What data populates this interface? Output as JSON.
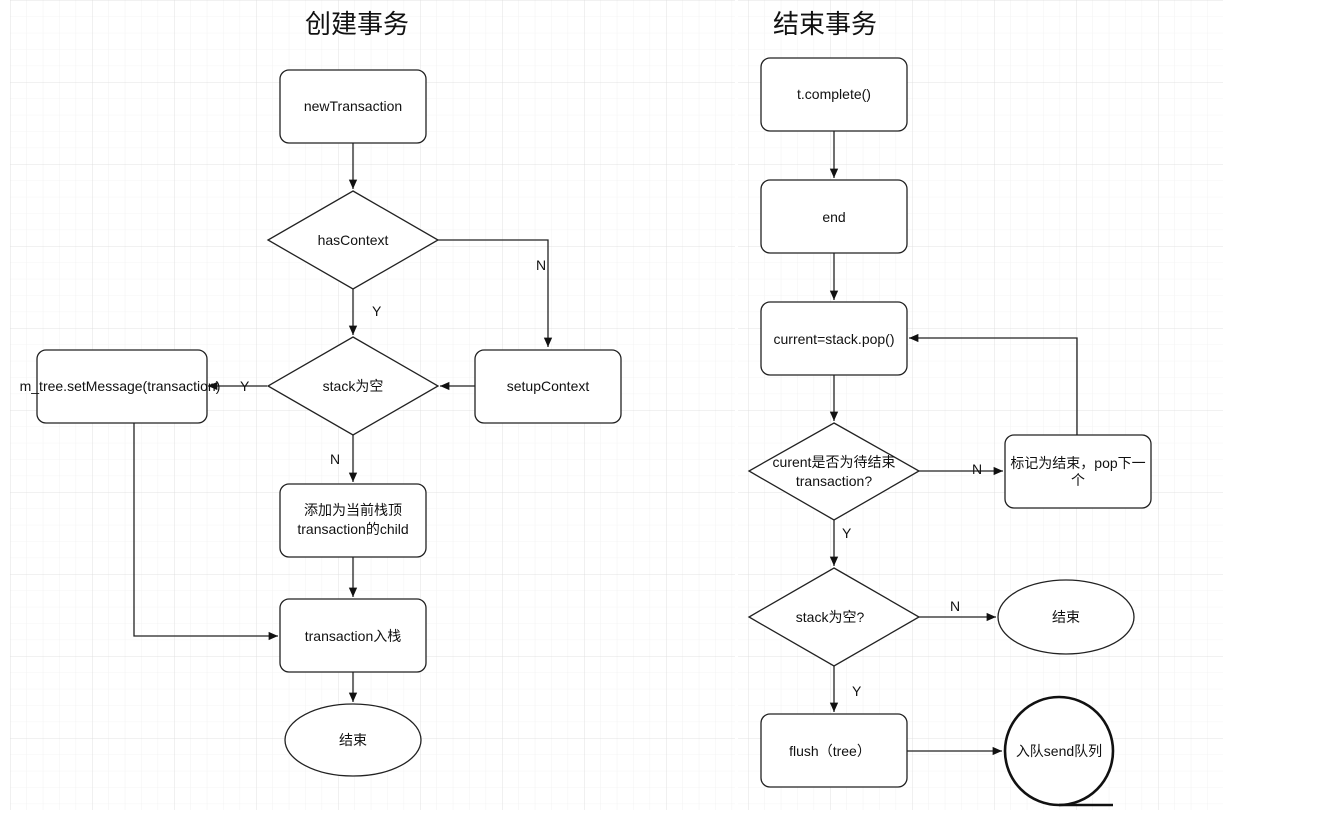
{
  "titles": {
    "left": "创建事务",
    "right": "结束事务"
  },
  "left_flow": {
    "newTransaction": "newTransaction",
    "hasContext": "hasContext",
    "setupContext": "setupContext",
    "stack_empty": "stack为空",
    "set_message": "m_tree.setMessage(transaction)",
    "add_child_line1": "添加为当前栈顶",
    "add_child_line2": "transaction的child",
    "push": "transaction入栈",
    "end": "结束",
    "label_N_context": "N",
    "label_Y_context": "Y",
    "label_Y_stack": "Y",
    "label_N_stack": "N"
  },
  "right_flow": {
    "complete": "t.complete()",
    "end_call": "end",
    "pop": "current=stack.pop()",
    "is_pending_line1": "curent是否为待结束",
    "is_pending_line2": "transaction?",
    "mark_line1": "标记为结束，pop下一",
    "mark_line2": "个",
    "stack_empty_q": "stack为空?",
    "finish": "结束",
    "flush": "flush（tree）",
    "enqueue": "入队send队列",
    "label_N_pending": "N",
    "label_Y_pending": "Y",
    "label_N_stack": "N",
    "label_Y_stack": "Y"
  },
  "colors": {
    "grid": "#e8e8e8",
    "stroke": "#222222",
    "background": "#ffffff"
  }
}
